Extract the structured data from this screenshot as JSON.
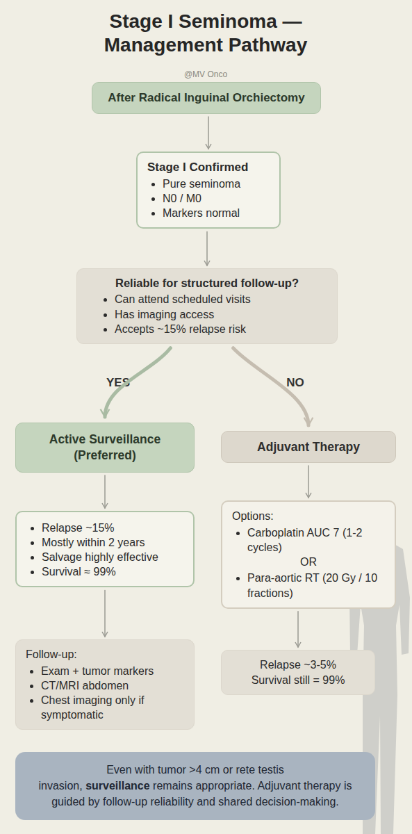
{
  "diagram": {
    "title": "Stage I Seminoma — Management Pathway",
    "nodes": [
      {
        "text": [
          "After Radical Inguinal Orchiectomy"
        ]
      },
      {
        "text": [
          "Stage I Confirmed",
          "Pure seminoma",
          "N0 / M0",
          "Markers normal"
        ]
      },
      {
        "text": [
          "Reliable for structured follow-up?",
          "Can attend scheduled visits",
          "Has imaging access",
          "Accepts ~15% relapse risk"
        ]
      },
      {
        "text": [
          "Active Surveillance (Preferred)"
        ]
      },
      {
        "text": [
          "Adjuvant Therapy"
        ]
      },
      {
        "text": [
          "Relapse ~15%",
          "Mostly within 2 years",
          "Salvage highly effective",
          "Survival ≈ 99%"
        ]
      },
      {
        "text": [
          "Options:",
          "Carboplatin AUC 7 (1-2 cycles)",
          "OR",
          "Para-aortic RT (20 Gy / 10 fractions)"
        ]
      },
      {
        "text": [
          "Follow-up:",
          "Exam + tumor markers",
          "CT/MRI abdomen",
          "Chest imaging only if symptomatic"
        ]
      },
      {
        "text": [
          "Relapse ~3-5%",
          "Survival still = 99%"
        ]
      },
      {
        "text": [
          "Even with tumor >4 cm or rete testis invasion,",
          "surveillance",
          "remains appropriate. Adjuvant therapy is guided by follow-up reliability and shared decision-making."
        ]
      }
    ],
    "edges": [
      {
        "from": 0,
        "to": 1,
        "arrow": "to"
      },
      {
        "from": 1,
        "to": 2,
        "arrow": "to"
      },
      {
        "from": 2,
        "to": 3,
        "arrow": "to"
      },
      {
        "from": 2,
        "to": 4,
        "arrow": "to"
      },
      {
        "from": 3,
        "to": 5,
        "arrow": "to"
      },
      {
        "from": 4,
        "to": 6,
        "arrow": "to"
      },
      {
        "from": 5,
        "to": 7,
        "arrow": "to"
      },
      {
        "from": 6,
        "to": 8,
        "arrow": "to"
      }
    ],
    "labels": [
      "@MV Onco",
      "YES",
      "NO"
    ]
  }
}
